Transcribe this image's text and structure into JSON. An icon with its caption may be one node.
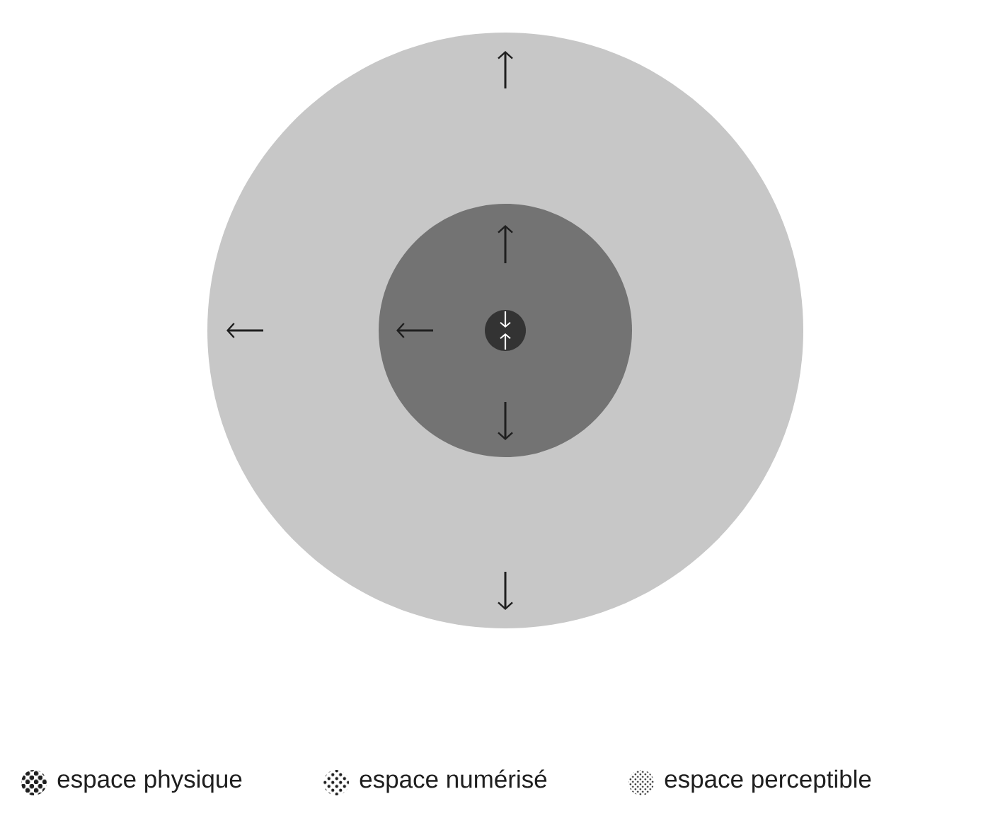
{
  "diagram": {
    "nodes": [
      {
        "text": [],
        "shape": "circle"
      },
      {
        "text": [],
        "shape": "circle",
        "in": 0
      },
      {
        "text": [],
        "shape": "circle",
        "in": 1
      }
    ],
    "legend": [
      {
        "text": "espace physique"
      },
      {
        "text": "espace numérisé"
      },
      {
        "text": "espace perceptible"
      }
    ]
  }
}
